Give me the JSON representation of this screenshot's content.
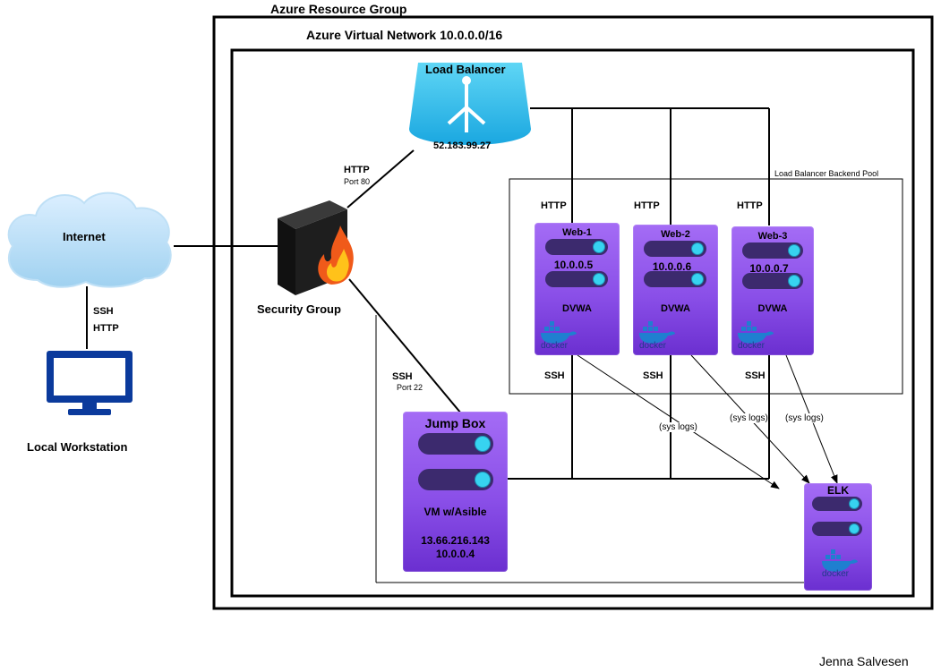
{
  "labels": {
    "resource_group": "Azure Resource Group",
    "virtual_network": "Azure Virtual Network 10.0.0.0/16",
    "backend_pool": "Load Balancer Backend Pool",
    "internet": "Internet",
    "ssh": "SSH",
    "http": "HTTP",
    "port80": "Port 80",
    "port22": "Port 22",
    "security_group": "Security Group",
    "local_workstation": "Local Workstation",
    "sys_logs": "(sys logs)",
    "author": "Jenna Salvesen"
  },
  "load_balancer": {
    "title": "Load Balancer",
    "ip": "52.183.99.27"
  },
  "web_servers": [
    {
      "name": "Web-1",
      "ip": "10.0.0.5",
      "app": "DVWA",
      "container": "docker",
      "conn_http": "HTTP",
      "conn_ssh": "SSH"
    },
    {
      "name": "Web-2",
      "ip": "10.0.0.6",
      "app": "DVWA",
      "container": "docker",
      "conn_http": "HTTP",
      "conn_ssh": "SSH"
    },
    {
      "name": "Web-3",
      "ip": "10.0.0.7",
      "app": "DVWA",
      "container": "docker",
      "conn_http": "HTTP",
      "conn_ssh": "SSH"
    }
  ],
  "jump_box": {
    "title": "Jump Box",
    "role": "VM w/Asible",
    "public_ip": "13.66.216.143",
    "private_ip": "10.0.0.4"
  },
  "elk": {
    "title": "ELK",
    "container": "docker"
  },
  "icons": {
    "internet": "cloud-icon",
    "workstation": "monitor-icon",
    "security_group": "firewall-icon",
    "load_balancer": "load-balancer-icon",
    "container": "docker-icon"
  },
  "colors": {
    "vm_purple": "#8a4fe8",
    "cloud_blue": "#a9d6f2",
    "lb_cyan": "#2bb7e8",
    "monitor_blue": "#0b3a9c",
    "slot_dot": "#37d3f0"
  }
}
